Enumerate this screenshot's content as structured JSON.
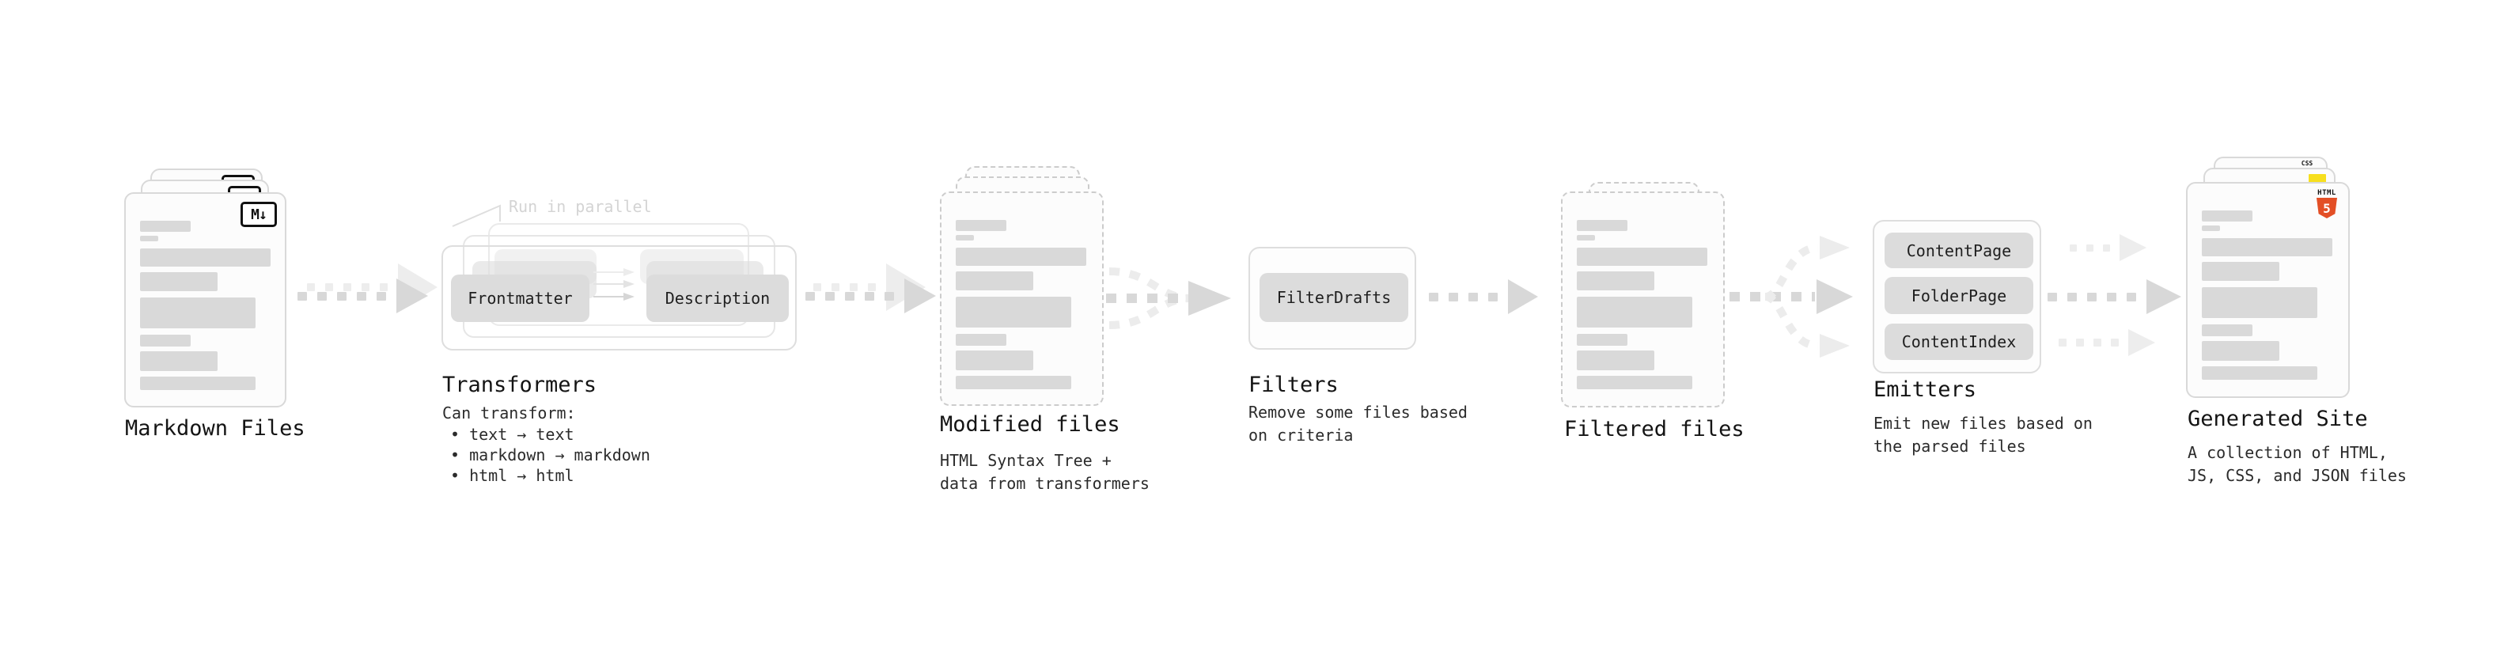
{
  "nodes": {
    "markdown": {
      "title": "Markdown Files",
      "badge": "M↓"
    },
    "transformers": {
      "title": "Transformers",
      "annotation": "Run in parallel",
      "pill_left": "Frontmatter",
      "pill_right": "Description",
      "desc_heading": "Can transform:",
      "bullets": [
        "• text → text",
        "• markdown → markdown",
        "• html → html"
      ]
    },
    "modified": {
      "title": "Modified files",
      "desc": [
        "HTML Syntax Tree +",
        "data from transformers"
      ]
    },
    "filters": {
      "title": "Filters",
      "pill": "FilterDrafts",
      "desc": [
        "Remove some files based",
        "on criteria"
      ]
    },
    "filtered": {
      "title": "Filtered files"
    },
    "emitters": {
      "title": "Emitters",
      "pills": [
        "ContentPage",
        "FolderPage",
        "ContentIndex"
      ],
      "desc": [
        "Emit new files based on",
        "the parsed files"
      ]
    },
    "generated": {
      "title": "Generated Site",
      "badges": {
        "css": "CSS",
        "html": "HTML",
        "html_number": "5"
      },
      "desc": [
        "A collection of HTML,",
        "JS, CSS, and JSON files"
      ]
    }
  },
  "colors": {
    "html5_orange": "#e34f26",
    "js_yellow": "#f7df1e",
    "css_blue": "#2965f1",
    "placeholder_bar": "#d9d9d9",
    "arrow_dark": "#d8d8d8",
    "arrow_light": "#ededed"
  }
}
